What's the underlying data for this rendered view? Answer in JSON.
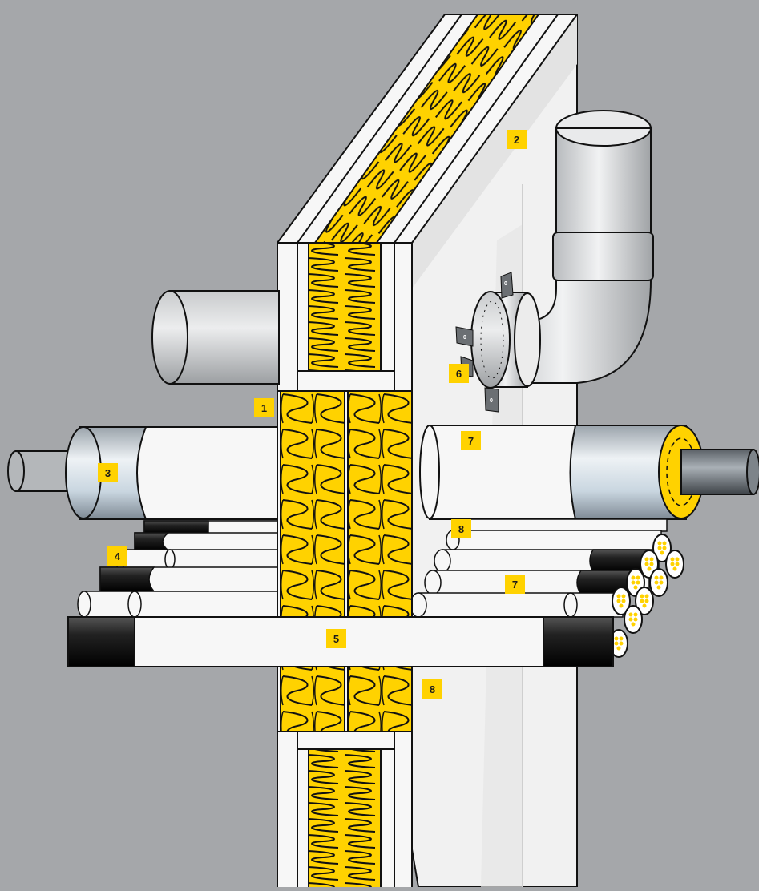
{
  "figure": {
    "type": "cutaway illustration",
    "colors": {
      "background": "#a5a7aa",
      "insulation": "#ffd200",
      "wall_face": "#f2f2f2",
      "label_badge": "#ffd200",
      "outline": "#111111"
    }
  },
  "callouts": [
    {
      "id": "1",
      "text": "1"
    },
    {
      "id": "2",
      "text": "2"
    },
    {
      "id": "3",
      "text": "3"
    },
    {
      "id": "4",
      "text": "4"
    },
    {
      "id": "5",
      "text": "5"
    },
    {
      "id": "6",
      "text": "6"
    },
    {
      "id": "7a",
      "text": "7"
    },
    {
      "id": "7b",
      "text": "7"
    },
    {
      "id": "8a",
      "text": "8"
    },
    {
      "id": "8b",
      "text": "8"
    }
  ],
  "collar_bolts": [
    "0",
    "0",
    "0",
    "0"
  ]
}
